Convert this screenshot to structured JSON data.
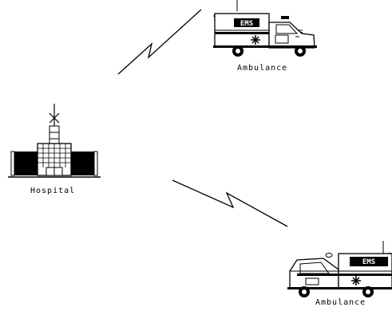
{
  "diagram": {
    "nodes": [
      {
        "id": "ambulance-top",
        "label": "Ambulance",
        "icon": "ambulance-icon",
        "sign": "EMS"
      },
      {
        "id": "hospital",
        "label": "Hospital",
        "icon": "hospital-icon"
      },
      {
        "id": "ambulance-bottom",
        "label": "Ambulance",
        "icon": "ambulance-icon",
        "sign": "EMS"
      }
    ],
    "links": [
      {
        "from": "hospital",
        "to": "ambulance-top",
        "icon": "wireless-link-icon"
      },
      {
        "from": "hospital",
        "to": "ambulance-bottom",
        "icon": "wireless-link-icon"
      }
    ],
    "colors": {
      "ink": "#000000",
      "paper": "#ffffff"
    }
  }
}
